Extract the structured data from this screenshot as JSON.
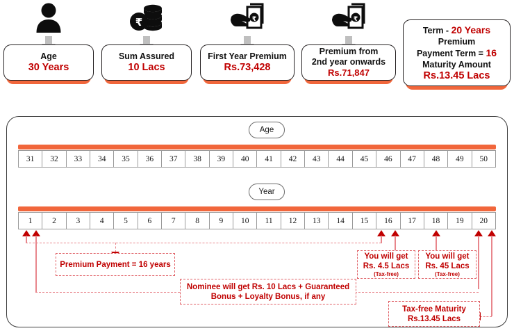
{
  "summary_cards": [
    {
      "icon": "person-icon",
      "label": "Age",
      "value": "30 Years"
    },
    {
      "icon": "rupee-coins-icon",
      "label": "Sum Assured",
      "value": "10 Lacs"
    },
    {
      "icon": "hand-cash-icon",
      "label": "First Year Premium",
      "value": "Rs.73,428"
    },
    {
      "icon": "hand-cash-icon",
      "label_line1": "Premium from",
      "label_line2": "2nd year onwards",
      "value": "Rs.71,847"
    }
  ],
  "terms_card": {
    "term_label": "Term  -",
    "term_value": "20 Years",
    "ppt_label_line1": "Premium",
    "ppt_label_line2": "Payment Term =",
    "ppt_value": "16",
    "maturity_label": "Maturity Amount",
    "maturity_value": "Rs.13.45 Lacs"
  },
  "timeline": {
    "age_pill": "Age",
    "year_pill": "Year",
    "ages": [
      "31",
      "32",
      "33",
      "34",
      "35",
      "36",
      "37",
      "38",
      "39",
      "40",
      "41",
      "42",
      "43",
      "44",
      "45",
      "46",
      "47",
      "48",
      "49",
      "50"
    ],
    "years": [
      "1",
      "2",
      "3",
      "4",
      "5",
      "6",
      "7",
      "8",
      "9",
      "10",
      "11",
      "12",
      "13",
      "14",
      "15",
      "16",
      "17",
      "18",
      "19",
      "20"
    ]
  },
  "annotations": {
    "premium_payment": {
      "text": "Premium Payment = 16 years"
    },
    "nominee": {
      "line1": "Nominee will get Rs. 10 Lacs + Guaranteed",
      "line2": "Bonus + Loyalty Bonus, if any"
    },
    "payout_16": {
      "line1": "You will get",
      "line2": "Rs. 4.5 Lacs",
      "note": "(Tax-free)"
    },
    "payout_18": {
      "line1": "You will get",
      "line2": "Rs. 45 Lacs",
      "note": "(Tax-free)"
    },
    "maturity": {
      "line1": "Tax-free Maturity",
      "line2": "Rs.13.45 Lacs"
    }
  },
  "colors": {
    "accent_orange": "#F1663B",
    "value_red": "#C00000",
    "dashed_red": "#E06066",
    "connector_red": "#E8868C",
    "arrow_grey": "#BFBFBF"
  }
}
